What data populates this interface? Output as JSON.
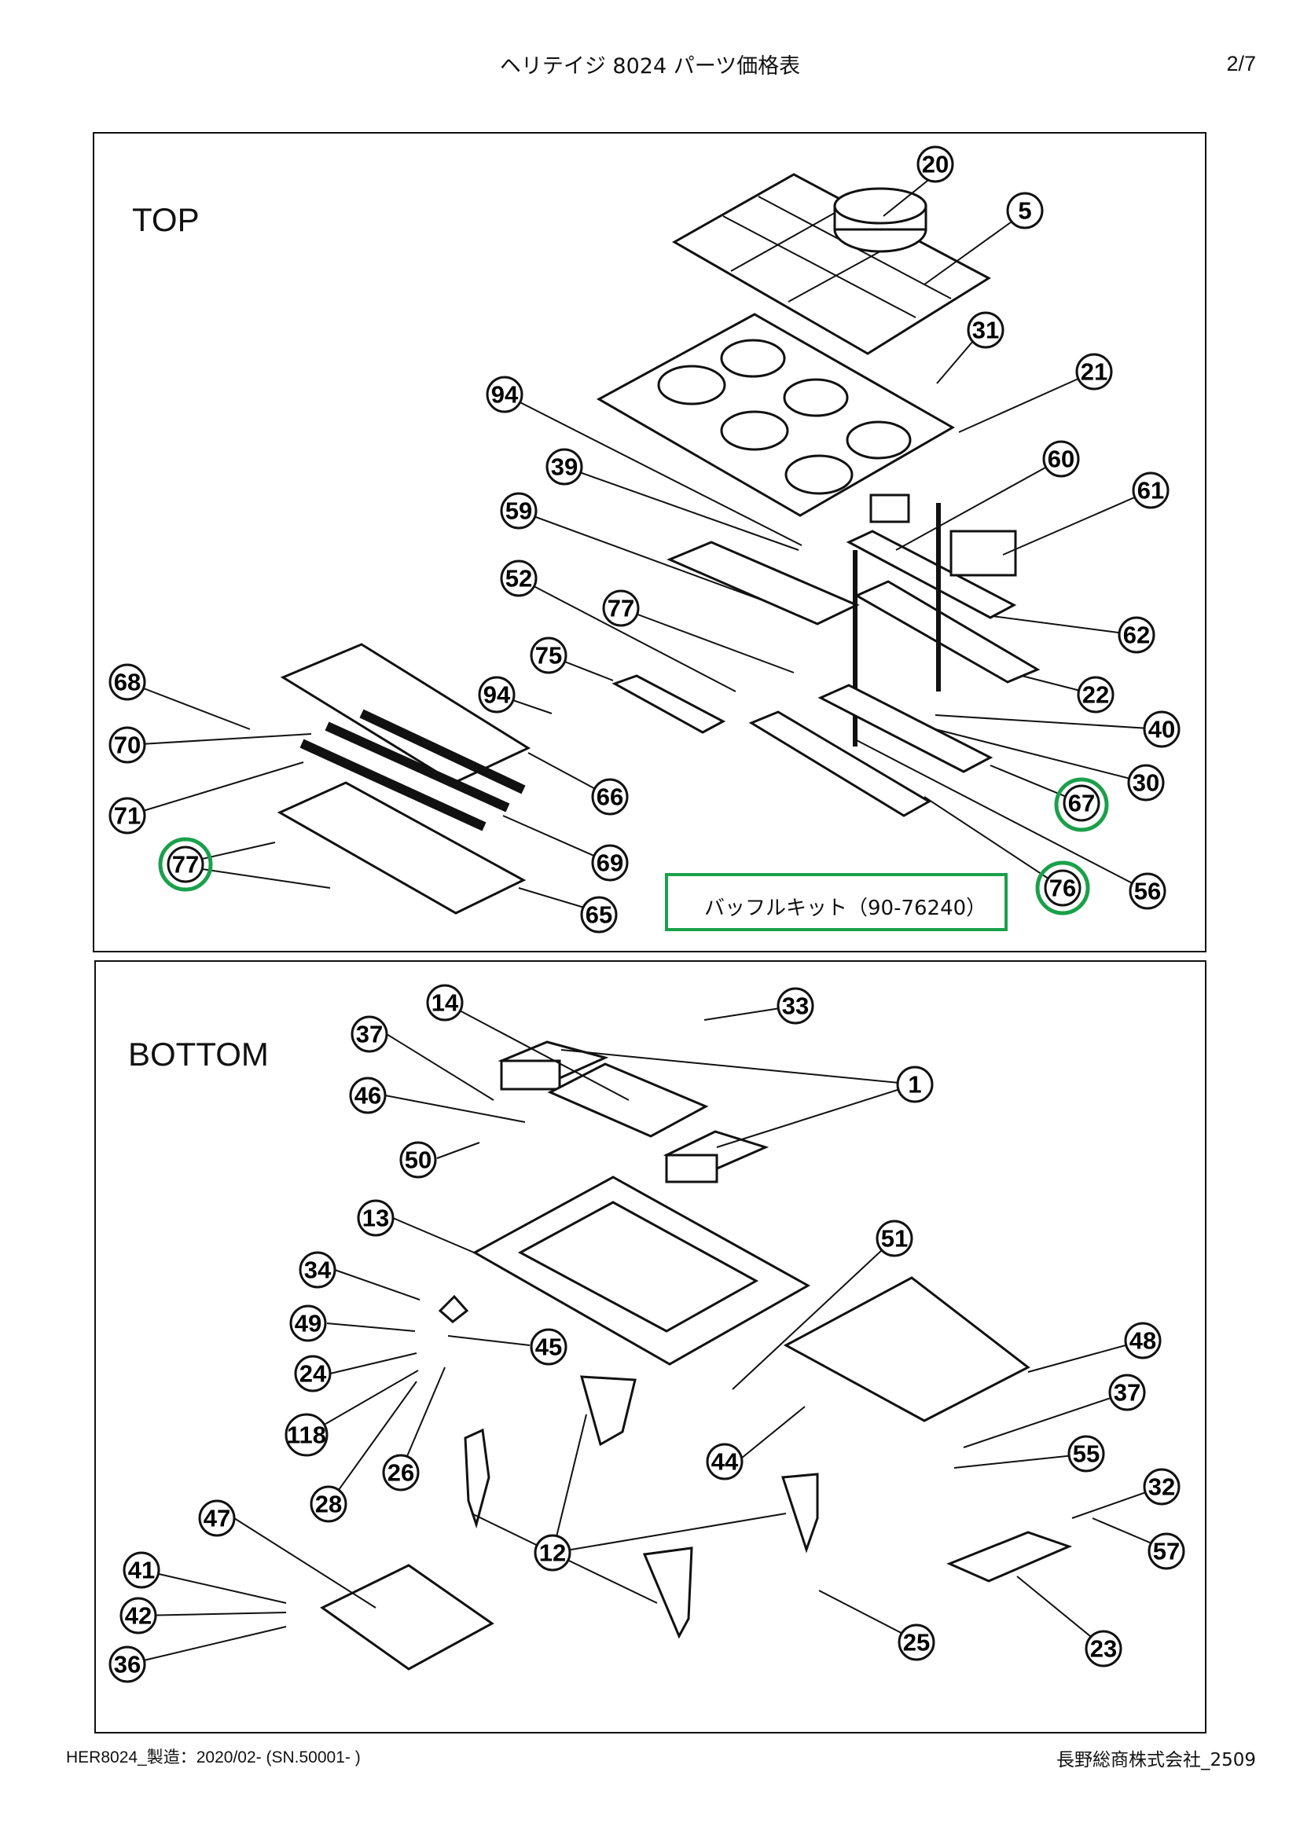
{
  "header": {
    "title": "ヘリテイジ 8024 パーツ価格表",
    "page": "2/7"
  },
  "panels": {
    "top_label": "TOP",
    "bottom_label": "BOTTOM"
  },
  "kit_note": "バッフルキット（90-76240）",
  "highlight_color": "#1aa04a",
  "top_callouts": [
    {
      "num": "20"
    },
    {
      "num": "5"
    },
    {
      "num": "31"
    },
    {
      "num": "21"
    },
    {
      "num": "94"
    },
    {
      "num": "39"
    },
    {
      "num": "60"
    },
    {
      "num": "61"
    },
    {
      "num": "59"
    },
    {
      "num": "52"
    },
    {
      "num": "77"
    },
    {
      "num": "62"
    },
    {
      "num": "75"
    },
    {
      "num": "22"
    },
    {
      "num": "68"
    },
    {
      "num": "94"
    },
    {
      "num": "40"
    },
    {
      "num": "70"
    },
    {
      "num": "30"
    },
    {
      "num": "66"
    },
    {
      "num": "67"
    },
    {
      "num": "71"
    },
    {
      "num": "69"
    },
    {
      "num": "77"
    },
    {
      "num": "76"
    },
    {
      "num": "56"
    },
    {
      "num": "65"
    }
  ],
  "bottom_callouts": [
    {
      "num": "14"
    },
    {
      "num": "33"
    },
    {
      "num": "37"
    },
    {
      "num": "1"
    },
    {
      "num": "46"
    },
    {
      "num": "50"
    },
    {
      "num": "13"
    },
    {
      "num": "51"
    },
    {
      "num": "34"
    },
    {
      "num": "48"
    },
    {
      "num": "49"
    },
    {
      "num": "45"
    },
    {
      "num": "37"
    },
    {
      "num": "24"
    },
    {
      "num": "118"
    },
    {
      "num": "44"
    },
    {
      "num": "55"
    },
    {
      "num": "26"
    },
    {
      "num": "28"
    },
    {
      "num": "32"
    },
    {
      "num": "47"
    },
    {
      "num": "12"
    },
    {
      "num": "57"
    },
    {
      "num": "41"
    },
    {
      "num": "42"
    },
    {
      "num": "25"
    },
    {
      "num": "23"
    },
    {
      "num": "36"
    }
  ],
  "footer": {
    "left": "HER8024_製造：2020/02- (SN.50001- )",
    "right": "長野総商株式会社_2509"
  }
}
